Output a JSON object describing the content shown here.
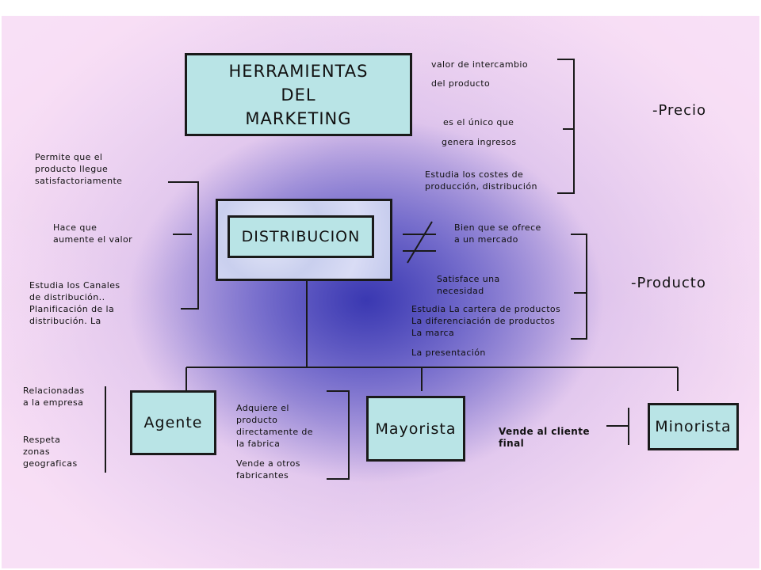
{
  "title": "HERRAMIENTAS\nDEL\nMARKETING",
  "distribucion": "DISTRIBUCION",
  "precio_label": "-Precio",
  "producto_label": "-Producto",
  "precio_notes": {
    "n1a": "valor de intercambio",
    "n1b": "del producto",
    "n2a": "es el único que",
    "n2b": "genera ingresos",
    "n3": "Estudia  los costes de\nproducción, distribución"
  },
  "distribucion_notes": {
    "n1": "Permite que el\nproducto llegue\nsatisfactoriamente",
    "n2": "Hace que\naumente el valor",
    "n3": "Estudia  los Canales\nde distribución..\nPlanificación de la\ndistribución. La"
  },
  "producto_notes": {
    "n1": "Bien que se ofrece\na un mercado",
    "n2": "Satisface una\nnecesidad",
    "n3": "Estudia  La cartera de productos\nLa diferenciación de productos\nLa marca",
    "n4": "La presentación"
  },
  "agente": "Agente",
  "agente_notes": {
    "n1": "Relacionadas\na la empresa",
    "n2": "Respeta\nzonas\ngeograficas"
  },
  "mayorista": "Mayorista",
  "mayorista_notes": {
    "n1": "Adquiere el\nproducto\ndirectamente de\nla fabrica",
    "n2": "Vende a otros\nfabricantes"
  },
  "minorista": "Minorista",
  "minorista_note": "Vende al cliente\nfinal"
}
